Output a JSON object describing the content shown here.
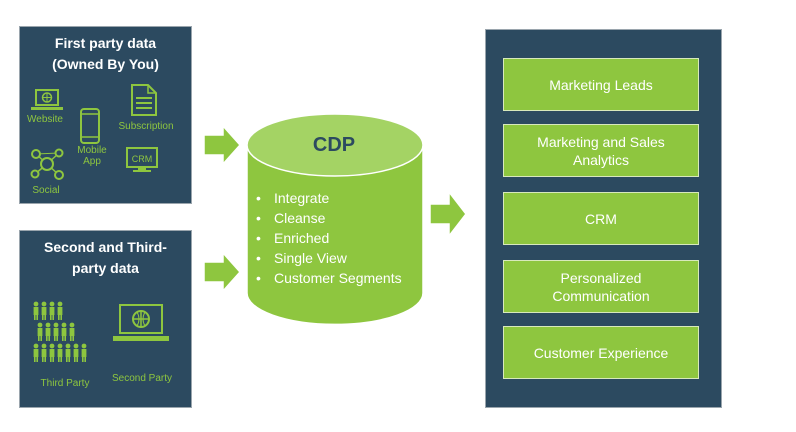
{
  "first_party": {
    "title_line1": "First party data",
    "title_line2": "(Owned By You)",
    "sources": {
      "website": "Website",
      "subscription": "Subscription",
      "mobile_line1": "Mobile",
      "mobile_line2": "App",
      "crm": "CRM",
      "social": "Social"
    }
  },
  "second_third_party": {
    "title_line1": "Second and Third-",
    "title_line2": "party data",
    "sources": {
      "third_party": "Third Party",
      "second_party": "Second Party"
    }
  },
  "cdp": {
    "title": "CDP",
    "items": [
      "Integrate",
      "Cleanse",
      "Enriched",
      "Single View",
      "Customer Segments"
    ]
  },
  "outputs": {
    "items": [
      "Marketing Leads",
      "Marketing and Sales Analytics",
      "CRM",
      "Personalized Communication",
      "Customer Experience"
    ]
  },
  "colors": {
    "panel": "#2c4a60",
    "accent": "#8ec63f",
    "text_light": "#ffffff"
  }
}
